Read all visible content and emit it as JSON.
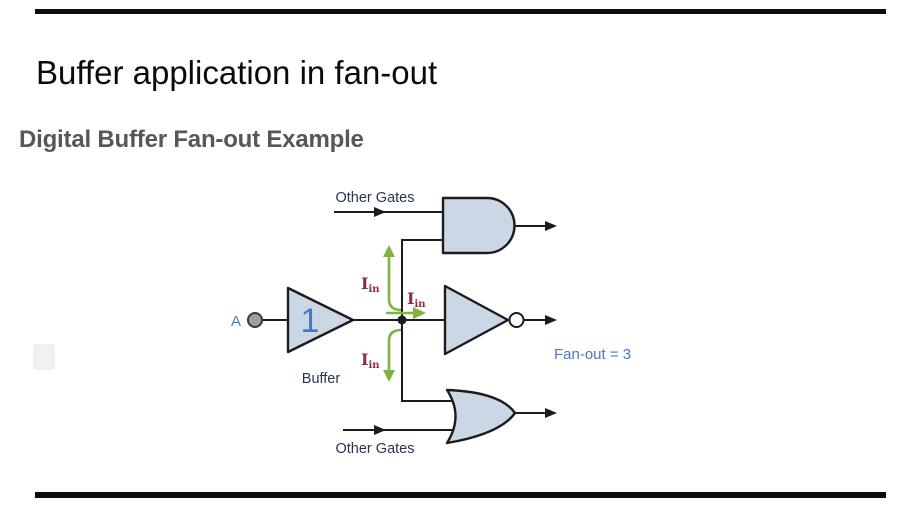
{
  "slide": {
    "title": "Buffer application in fan-out",
    "subtitle": "Digital Buffer Fan-out Example"
  },
  "diagram": {
    "input_label": "A",
    "buffer_number": "1",
    "buffer_caption": "Buffer",
    "top_branch_label": "Other Gates",
    "bottom_branch_label": "Other Gates",
    "fanout_text": "Fan-out = 3",
    "current_label": {
      "main": "I",
      "sub": "in"
    },
    "icons": {
      "buffer_gate": "triangle-buffer-symbol",
      "and_gate": "and-gate-symbol",
      "not_gate": "inverter-with-bubble-symbol",
      "or_gate": "or-gate-symbol"
    },
    "colors": {
      "gate_fill": "#ccd7e6",
      "gate_stroke": "#1c1c1c",
      "wire_black": "#1c1c1c",
      "current_arrow_green": "#80b33f",
      "current_text_maroon": "#8e2a44",
      "accent_blue": "#4a77c4",
      "label_navy": "#26374f",
      "subtitle_gray": "#575757",
      "terminal_gray": "#9e9e9e"
    }
  }
}
